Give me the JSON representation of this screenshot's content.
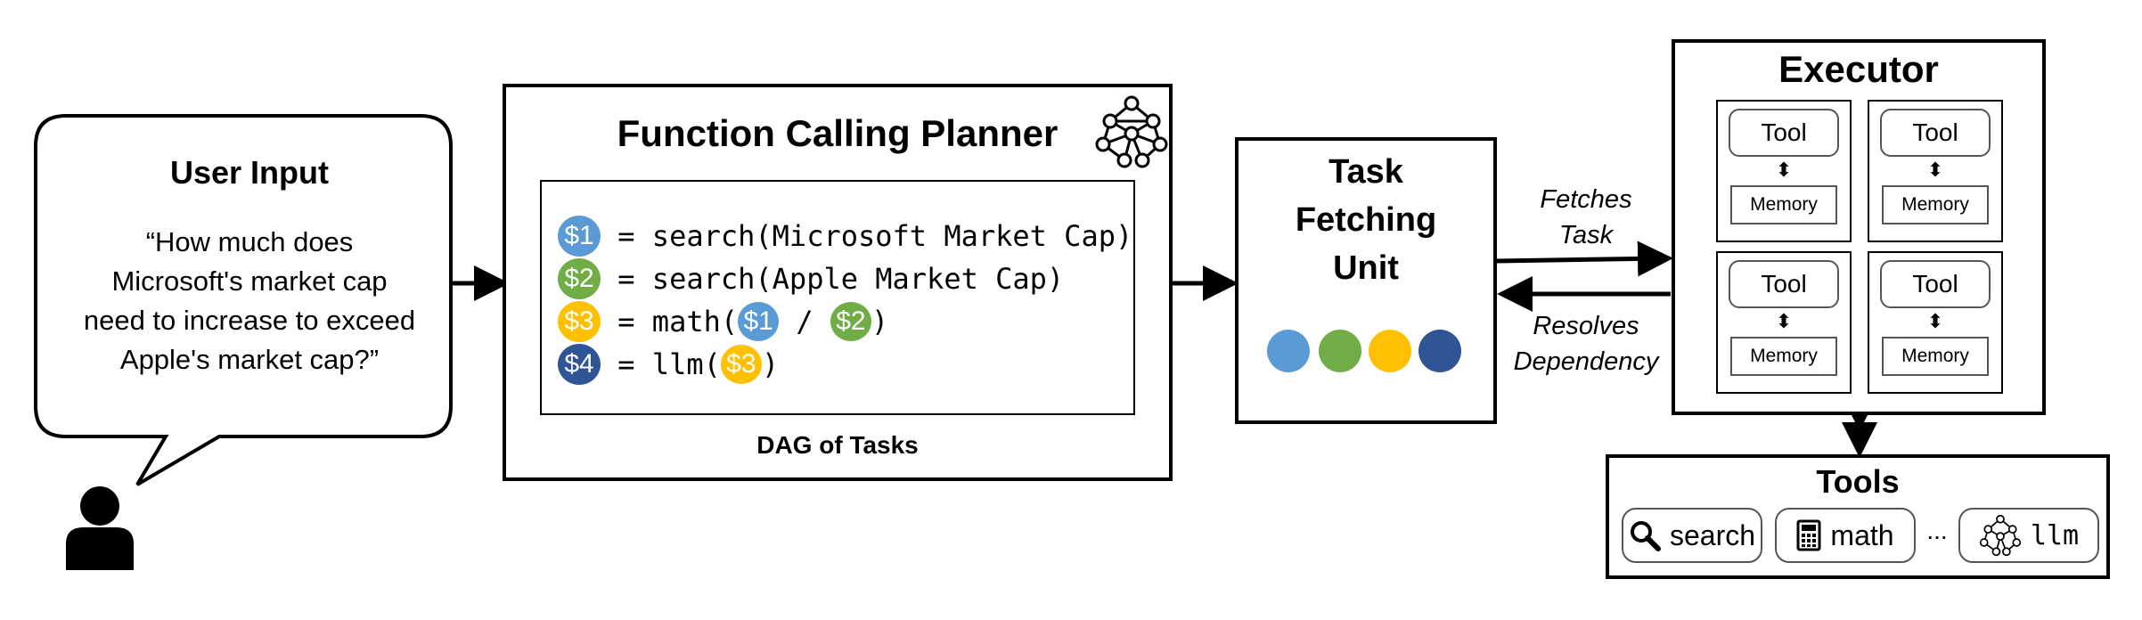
{
  "user_input": {
    "title": "User Input",
    "question_lines": [
      "“How much does",
      "Microsoft's market cap",
      "need to increase to exceed",
      "Apple's market cap?”"
    ]
  },
  "planner": {
    "title": "Function Calling Planner",
    "dag_label": "DAG of Tasks",
    "lines": [
      {
        "var": "$1",
        "code": " = search(Microsoft Market Cap)"
      },
      {
        "var": "$2",
        "code": " = search(Apple Market Cap)"
      },
      {
        "var": "$3",
        "code_pre": " = math(",
        "arg1": "$1",
        "sep": " / ",
        "arg2": "$2",
        "code_post": ")"
      },
      {
        "var": "$4",
        "code_pre": " = llm(",
        "arg1": "$3",
        "code_post": ")"
      }
    ]
  },
  "task_fetching": {
    "title_lines": [
      "Task",
      "Fetching",
      "Unit"
    ]
  },
  "arrow_labels": {
    "fetches": [
      "Fetches",
      "Task"
    ],
    "resolves": [
      "Resolves",
      "Dependency"
    ]
  },
  "executor": {
    "title": "Executor",
    "units": [
      {
        "tool": "Tool",
        "memory": "Memory"
      },
      {
        "tool": "Tool",
        "memory": "Memory"
      },
      {
        "tool": "Tool",
        "memory": "Memory"
      },
      {
        "tool": "Tool",
        "memory": "Memory"
      }
    ]
  },
  "tools": {
    "title": "Tools",
    "items": [
      "search",
      "math",
      "llm"
    ],
    "ellipsis": "..."
  },
  "colors": {
    "var1": "#5b9bd5",
    "var2": "#70ad47",
    "var3": "#ffc000",
    "var4": "#2f5597"
  }
}
